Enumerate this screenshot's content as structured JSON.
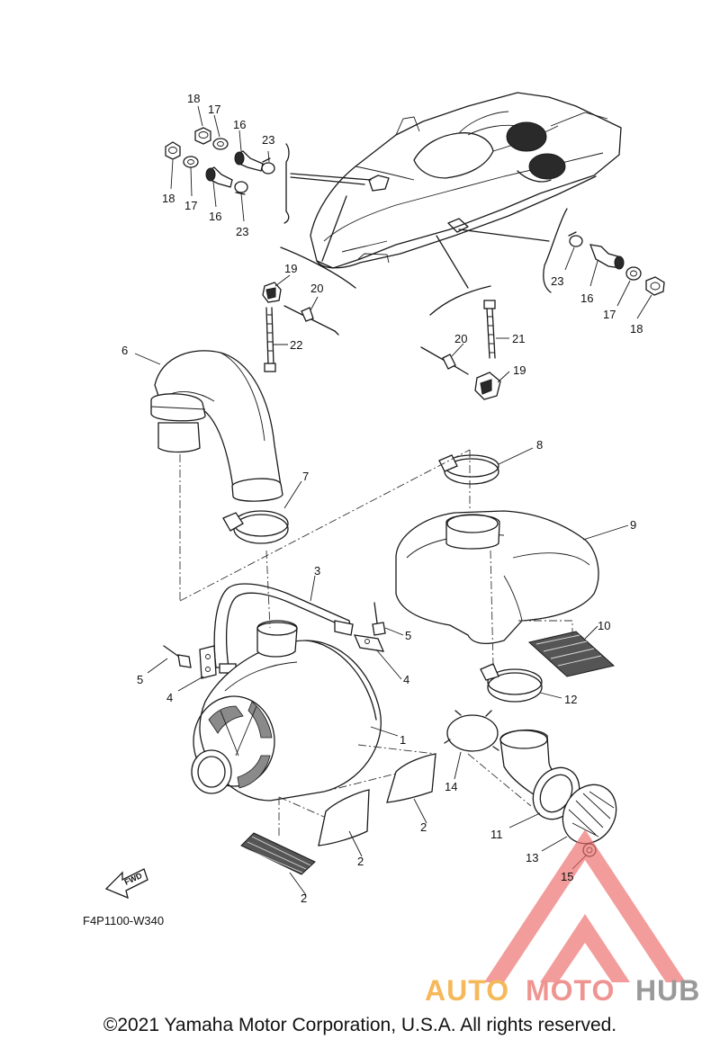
{
  "diagram": {
    "code": "F4P1100-W340",
    "fwd_label": "FWD",
    "callouts": [
      {
        "id": "c-18a",
        "label": "18"
      },
      {
        "id": "c-17a",
        "label": "17"
      },
      {
        "id": "c-16a",
        "label": "16"
      },
      {
        "id": "c-23a",
        "label": "23"
      },
      {
        "id": "c-18b",
        "label": "18"
      },
      {
        "id": "c-17b",
        "label": "17"
      },
      {
        "id": "c-16b",
        "label": "16"
      },
      {
        "id": "c-23b",
        "label": "23"
      },
      {
        "id": "c-19a",
        "label": "19"
      },
      {
        "id": "c-20a",
        "label": "20"
      },
      {
        "id": "c-22",
        "label": "22"
      },
      {
        "id": "c-23c",
        "label": "23"
      },
      {
        "id": "c-16c",
        "label": "16"
      },
      {
        "id": "c-17c",
        "label": "17"
      },
      {
        "id": "c-18c",
        "label": "18"
      },
      {
        "id": "c-21",
        "label": "21"
      },
      {
        "id": "c-20b",
        "label": "20"
      },
      {
        "id": "c-19b",
        "label": "19"
      },
      {
        "id": "c-6",
        "label": "6"
      },
      {
        "id": "c-8",
        "label": "8"
      },
      {
        "id": "c-9",
        "label": "9"
      },
      {
        "id": "c-7",
        "label": "7"
      },
      {
        "id": "c-3",
        "label": "3"
      },
      {
        "id": "c-5a",
        "label": "5"
      },
      {
        "id": "c-4a",
        "label": "4"
      },
      {
        "id": "c-5b",
        "label": "5"
      },
      {
        "id": "c-4b",
        "label": "4"
      },
      {
        "id": "c-10",
        "label": "10"
      },
      {
        "id": "c-12",
        "label": "12"
      },
      {
        "id": "c-1",
        "label": "1"
      },
      {
        "id": "c-14",
        "label": "14"
      },
      {
        "id": "c-2a",
        "label": "2"
      },
      {
        "id": "c-2b",
        "label": "2"
      },
      {
        "id": "c-2c",
        "label": "2"
      },
      {
        "id": "c-11",
        "label": "11"
      },
      {
        "id": "c-13",
        "label": "13"
      },
      {
        "id": "c-15",
        "label": "15"
      }
    ]
  },
  "watermark": {
    "part1": "AUTO",
    "part2": "MOTO",
    "part3": "HUB",
    "colors": {
      "auto": "#f5b14a",
      "moto": "#ee8a86",
      "hub": "#8f8f8f",
      "triangle": "#ee6e6e"
    }
  },
  "footer": {
    "copyright": "©2021 Yamaha Motor Corporation, U.S.A. All rights reserved."
  }
}
